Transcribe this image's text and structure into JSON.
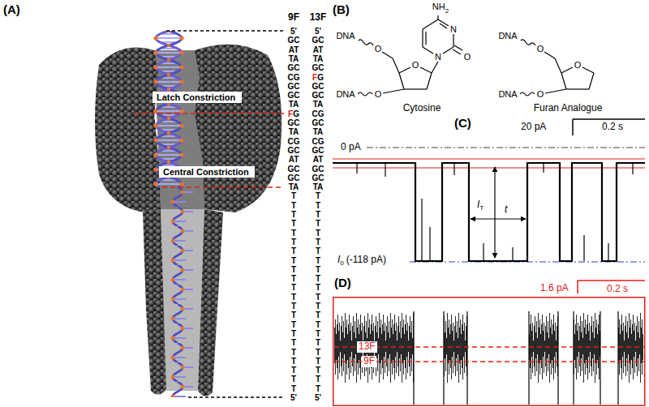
{
  "diagram": {
    "nodes": [
      {
        "text": [
          "Latch Constriction"
        ]
      },
      {
        "text": [
          "Central Constriction"
        ]
      }
    ],
    "labels": [
      "(A)",
      "9F",
      "13F",
      "(B)",
      "DNA",
      "O",
      "O",
      "N",
      "N",
      "NH",
      "2",
      "O",
      "O",
      "DNA",
      "Cytosine",
      "DNA",
      "O",
      "O",
      "O",
      "DNA",
      "Furan Analogue",
      "(C)",
      "20 pA",
      "0.2 s",
      "0 pA",
      "I",
      "T",
      "t",
      "I",
      "0",
      "(-118 pA)",
      "(D)",
      "1.6 pA",
      "0.2 s",
      "13F",
      "9F",
      "5'",
      "GC",
      "AT",
      "TA",
      "GC",
      "CG",
      "GC",
      "GC",
      "TA",
      "F",
      "G",
      "GC",
      "TA",
      "CG",
      "GC",
      "AT",
      "GC",
      "GC",
      "TA",
      "T",
      "T",
      "T",
      "T",
      "T",
      "T",
      "T",
      "T",
      "T",
      "T",
      "T",
      "T",
      "T",
      "T",
      "T",
      "T",
      "T",
      "T",
      "T",
      "T",
      "T",
      "T",
      "5'",
      "5'",
      "GC",
      "AT",
      "TA",
      "GC",
      "F",
      "G",
      "GC",
      "GC",
      "TA",
      "CG",
      "GC",
      "TA",
      "CG",
      "GC",
      "AT",
      "GC",
      "GC",
      "TA",
      "T",
      "T",
      "T",
      "T",
      "T",
      "T",
      "T",
      "T",
      "T",
      "T",
      "T",
      "T",
      "T",
      "T",
      "T",
      "T",
      "T",
      "T",
      "T",
      "T",
      "T",
      "T",
      "5'"
    ]
  }
}
